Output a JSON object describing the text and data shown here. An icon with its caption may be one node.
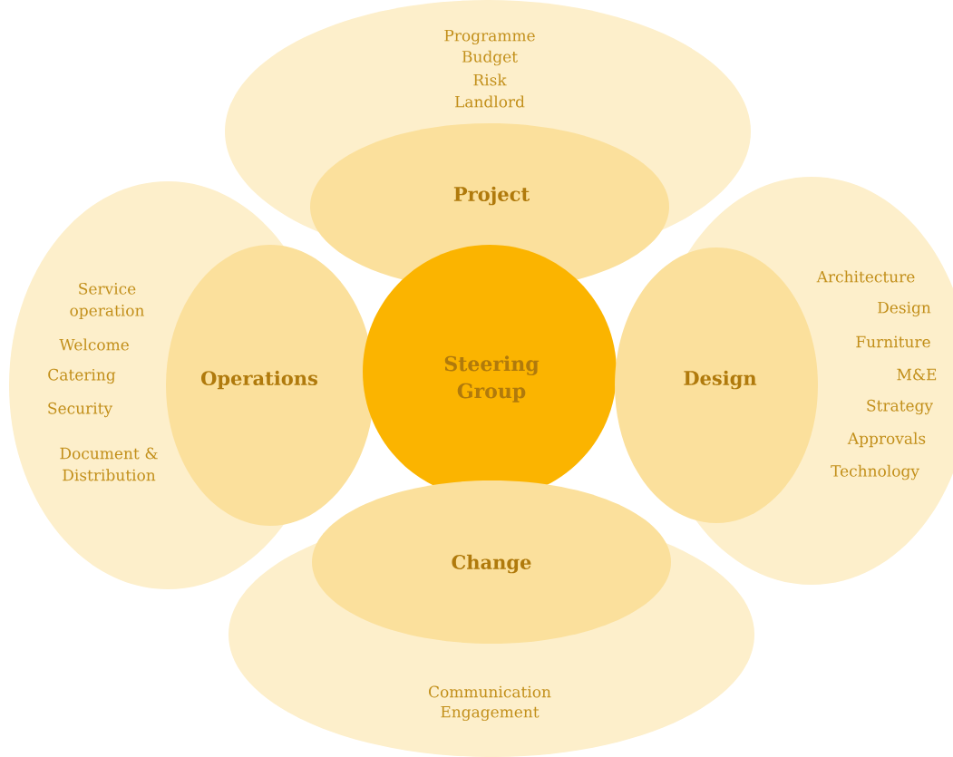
{
  "diagram": {
    "nodes": [
      {
        "text": [
          "Programme",
          "Budget",
          "Risk",
          "Landlord"
        ]
      },
      {
        "text": [
          "Service operation",
          "Welcome",
          "Catering",
          "Security",
          "Document & Distribution"
        ]
      },
      {
        "text": [
          "Architecture",
          "Design",
          "Furniture",
          "M&E",
          "Strategy",
          "Approvals",
          "Technology"
        ]
      },
      {
        "text": [
          "Communication",
          "Engagement"
        ]
      },
      {
        "text": [
          "Project"
        ]
      },
      {
        "text": [
          "Operations"
        ]
      },
      {
        "text": [
          "Steering Group"
        ]
      },
      {
        "text": [
          "Design"
        ]
      },
      {
        "text": [
          "Change"
        ]
      }
    ]
  }
}
